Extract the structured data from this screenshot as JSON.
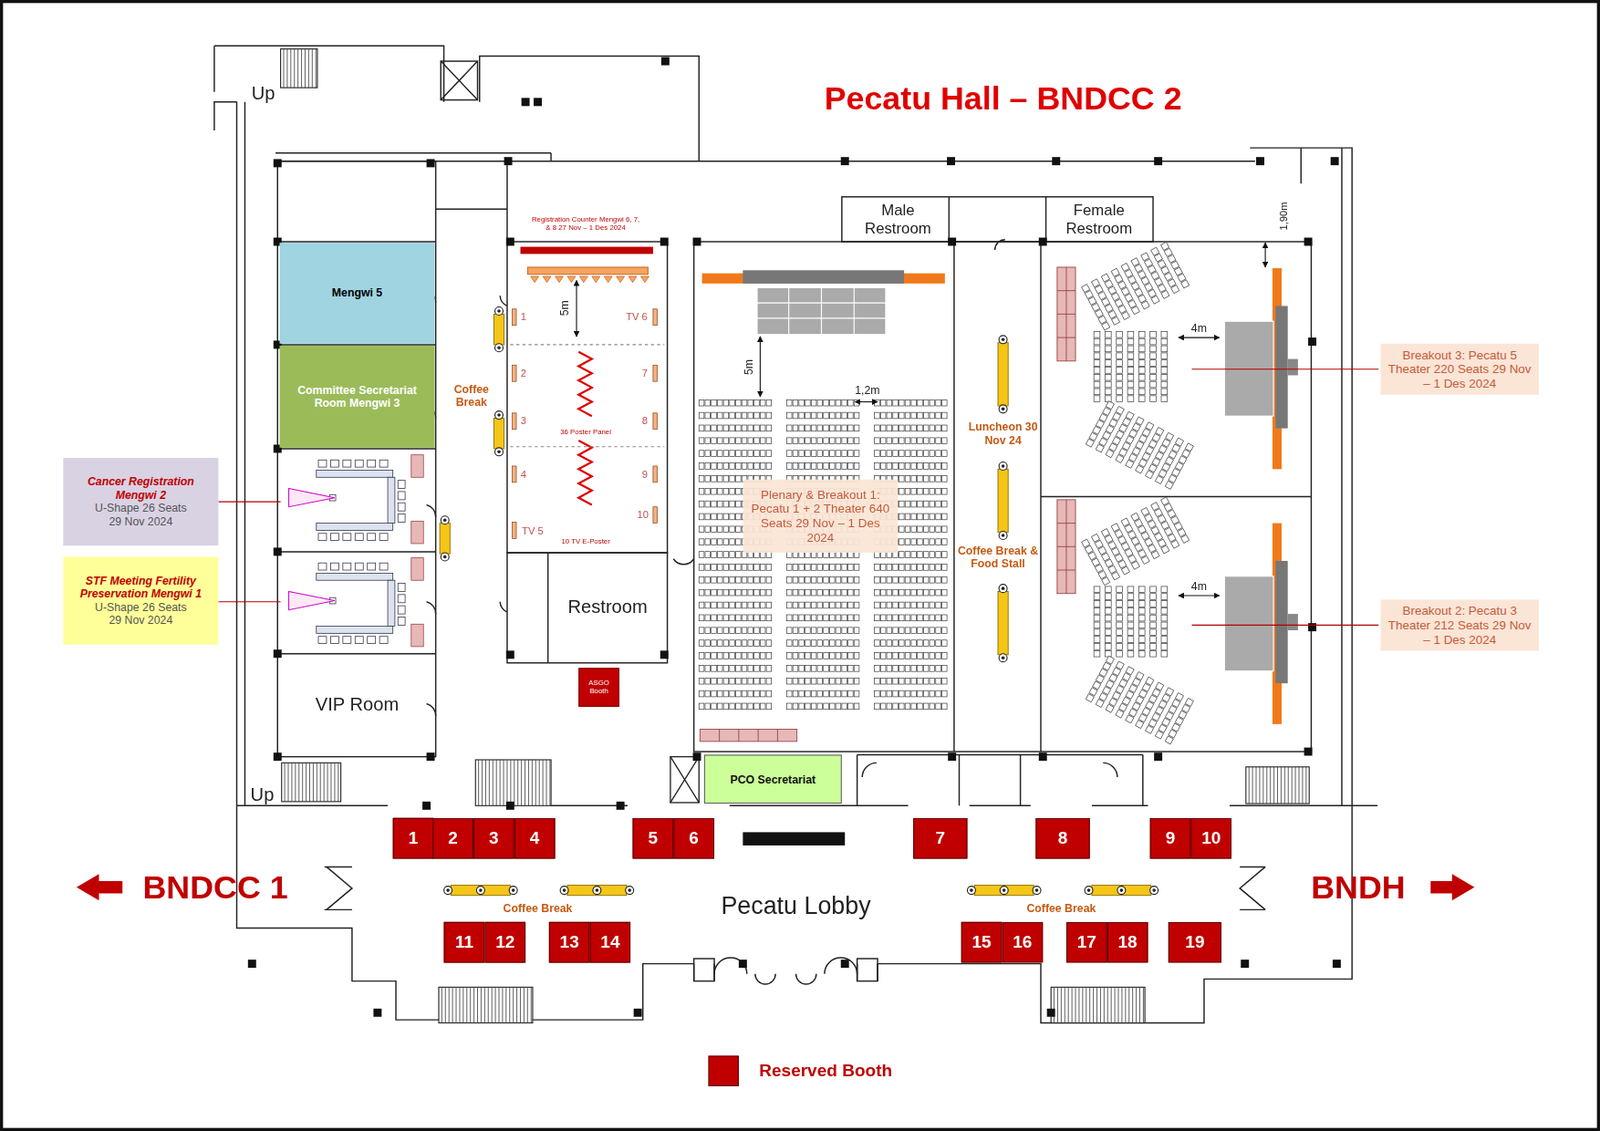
{
  "diagram": {
    "title": "Pecatu Hall – BNDCC 2",
    "nodes": [
      {
        "text": [
          "Mengwi 5"
        ]
      },
      {
        "text": [
          "Committee Secretariat Room Mengwi 3"
        ]
      },
      {
        "text": [
          "Cancer Registration Mengwi 2",
          "U-Shape 26 Seats 29 Nov 2024"
        ]
      },
      {
        "text": [
          "STF Meeting Fertility Preservation Mengwi 1",
          "U-Shape 26 Seats 29 Nov 2024"
        ]
      },
      {
        "text": [
          "VIP Room"
        ]
      },
      {
        "text": [
          "Restroom"
        ]
      },
      {
        "text": [
          "ASGO Booth"
        ]
      },
      {
        "text": [
          "Male Restroom"
        ]
      },
      {
        "text": [
          "Female Restroom"
        ]
      },
      {
        "text": [
          "Plenary & Breakout 1: Pecatu 1 + 2 Theater 640 Seats 29 Nov – 1 Des 2024"
        ]
      },
      {
        "text": [
          "Breakout 3: Pecatu 5 Theater 220 Seats 29 Nov – 1 Des 2024"
        ]
      },
      {
        "text": [
          "Breakout 2: Pecatu 3 Theater 212 Seats 29 Nov – 1 Des 2024"
        ]
      },
      {
        "text": [
          "PCO Secretariat"
        ]
      },
      {
        "text": [
          "1"
        ]
      },
      {
        "text": [
          "2"
        ]
      },
      {
        "text": [
          "3"
        ]
      },
      {
        "text": [
          "4"
        ]
      },
      {
        "text": [
          "5"
        ]
      },
      {
        "text": [
          "6"
        ]
      },
      {
        "text": [
          "7"
        ]
      },
      {
        "text": [
          "8"
        ]
      },
      {
        "text": [
          "9"
        ]
      },
      {
        "text": [
          "10"
        ]
      },
      {
        "text": [
          "11"
        ]
      },
      {
        "text": [
          "12"
        ]
      },
      {
        "text": [
          "13"
        ]
      },
      {
        "text": [
          "14"
        ]
      },
      {
        "text": [
          "15"
        ]
      },
      {
        "text": [
          "16"
        ]
      },
      {
        "text": [
          "17"
        ]
      },
      {
        "text": [
          "18"
        ]
      },
      {
        "text": [
          "19"
        ]
      }
    ],
    "labels": [
      "Up",
      "Registration Counter Mengwi 6, 7, & 8 27 Nov – 1 Des 2024",
      "1,90m",
      "5m",
      "1",
      "TV 6",
      "Coffee Break",
      "2",
      "7",
      "3",
      "8",
      "36 Poster Panel",
      "4",
      "9",
      "TV 5",
      "10",
      "10 TV E-Poster",
      "5m",
      "1,2m",
      "4m",
      "Luncheon 30 Nov 24",
      "Coffee Break & Food Stall",
      "4m",
      "Up",
      "BNDCC 1",
      "Coffee Break",
      "Pecatu Lobby",
      "Coffee Break",
      "BNDH"
    ],
    "legend": [
      {
        "text": "Reserved Booth",
        "color": "#c00000"
      }
    ]
  }
}
